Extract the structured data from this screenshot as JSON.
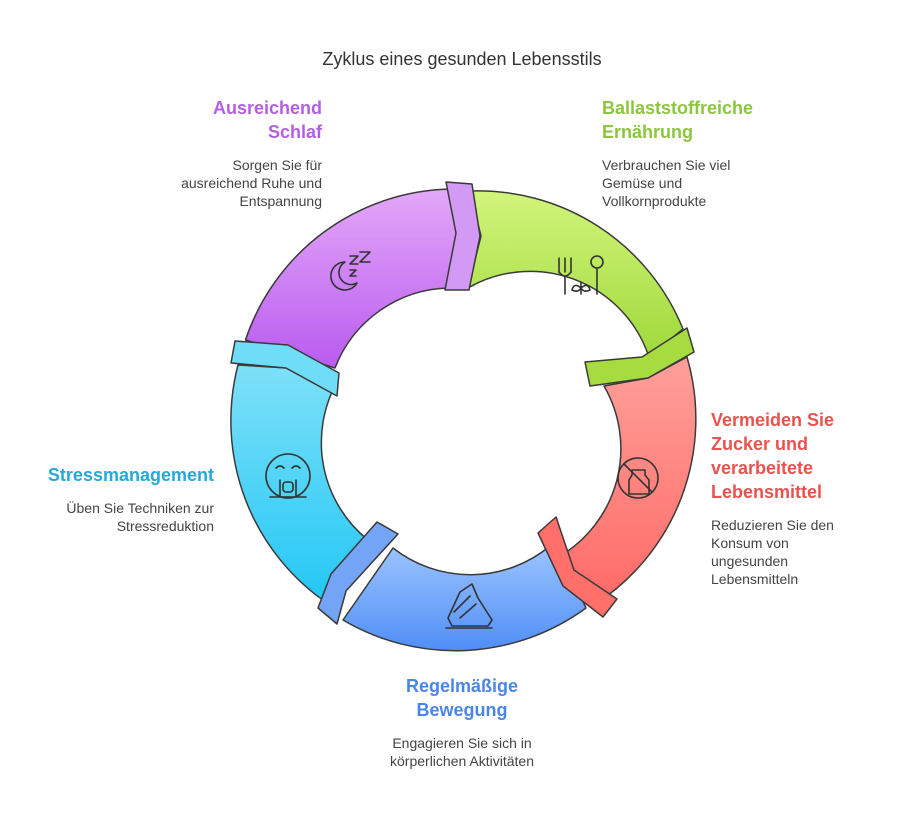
{
  "title": "Zyklus eines gesunden Lebensstils",
  "segments": [
    {
      "key": "sleep",
      "heading": "Ausreichend\nSchlaf",
      "description": "Sorgen Sie für\nausreichend Ruhe und\nEntspannung",
      "color": "#b45ee6",
      "icon": "sleep-icon"
    },
    {
      "key": "nutrition",
      "heading": "Ballaststoffreiche\nErnährung",
      "description": "Verbrauchen Sie viel\nGemüse und\nVollkornprodukte",
      "color": "#8cc63f",
      "icon": "fork-plant-icon"
    },
    {
      "key": "avoid",
      "heading": "Vermeiden Sie\nZucker und\nverarbeitete\nLebensmittel",
      "description": "Reduzieren Sie den\nKonsum von\nungesunden\nLebensmitteln",
      "color": "#e8524f",
      "icon": "no-processed-food-icon"
    },
    {
      "key": "exercise",
      "heading": "Regelmäßige\nBewegung",
      "description": "Engagieren Sie sich in\nkörperlichen Aktivitäten",
      "color": "#4a86e8",
      "icon": "sneaker-icon"
    },
    {
      "key": "stress",
      "heading": "Stressmanagement",
      "description": "Üben Sie Techniken zur\nStressreduktion",
      "color": "#27a8d8",
      "icon": "stressed-face-icon"
    }
  ]
}
